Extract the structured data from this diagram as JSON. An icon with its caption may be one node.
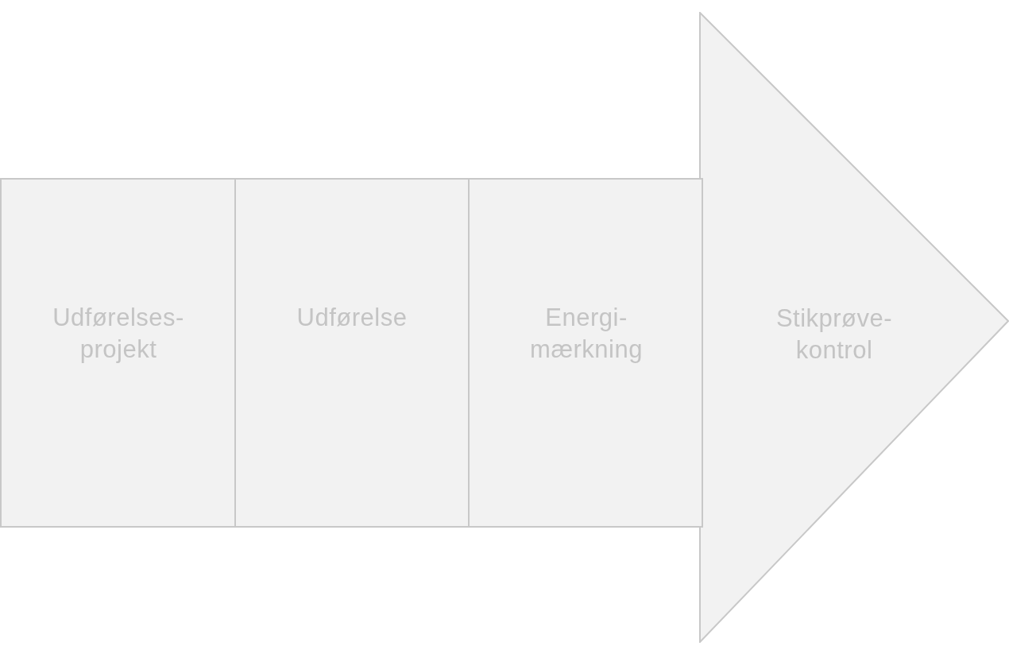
{
  "diagram": {
    "nodes": [
      {
        "text": [
          "Udførelses- projekt"
        ]
      },
      {
        "text": [
          "Udførelse"
        ]
      },
      {
        "text": [
          "Energi- mærkning"
        ]
      },
      {
        "text": [
          "Stikprøve- kontrol"
        ]
      }
    ]
  }
}
